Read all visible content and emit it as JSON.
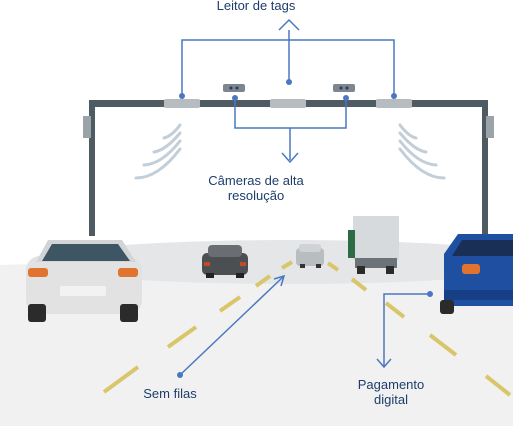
{
  "labels": {
    "tag_reader": "Leitor de tags",
    "cameras_line1": "Câmeras de alta",
    "cameras_line2": "resolução",
    "no_queues": "Sem filas",
    "payment_line1": "Pagamento",
    "payment_line2": "digital"
  },
  "colors": {
    "accent": "#4a78c0",
    "label_text": "#1e3d6b",
    "gantry": "#4e5b63",
    "road": "#eeeeee",
    "lane_marking": "#d9c66a",
    "blue_car": "#1f4fa0",
    "white_car": "#e2e2e2",
    "signal_waves": "#c2ced8"
  },
  "icons": [
    "signal-waves-icon",
    "camera-icon",
    "tag-reader-icon",
    "bracket-connector-icon"
  ]
}
